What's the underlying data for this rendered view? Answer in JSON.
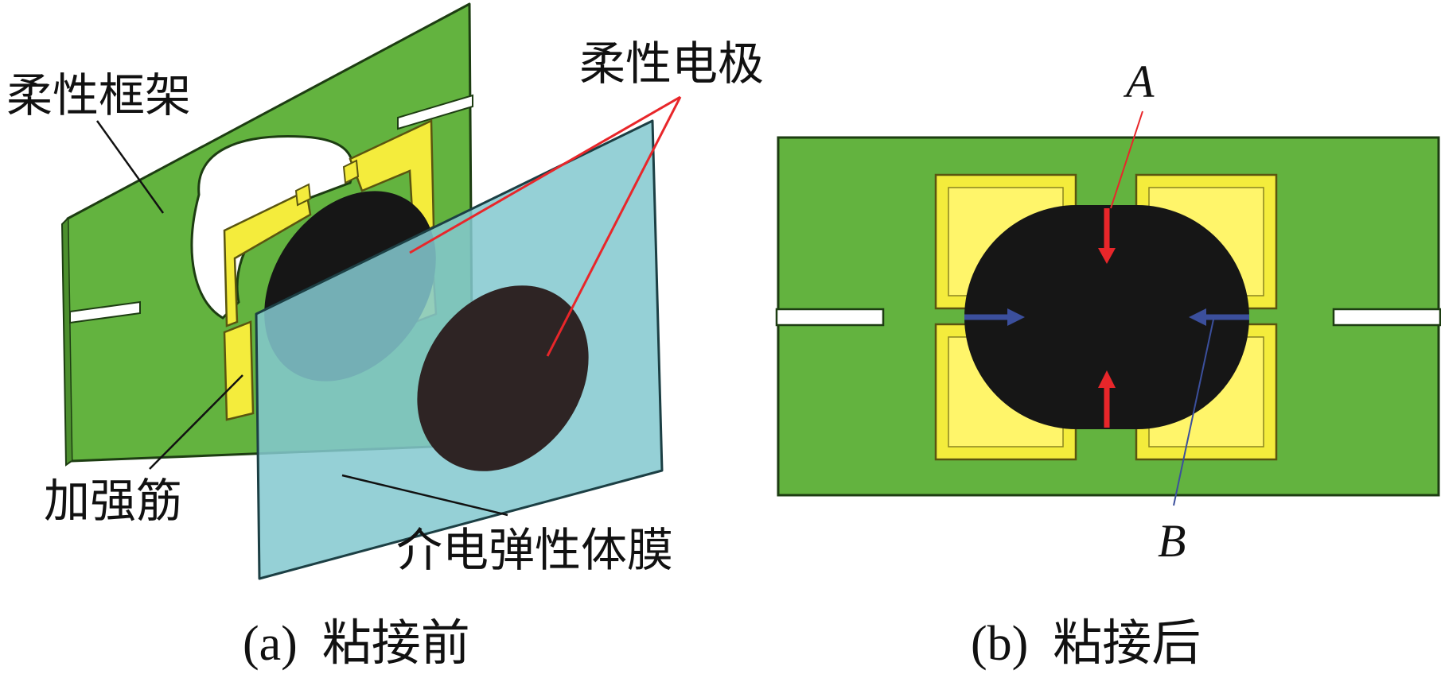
{
  "panel_a": {
    "labels": {
      "flexible_frame": "柔性框架",
      "flexible_electrode": "柔性电极",
      "stiffener": "加强筋",
      "dielectric_film": "介电弹性体膜"
    },
    "caption": "(a)  粘接前"
  },
  "panel_b": {
    "labels": {
      "point_a": "A",
      "point_b": "B"
    },
    "caption": "(b)  粘接后"
  },
  "colors": {
    "frame_green": "#63b33f",
    "stiffener_yellow": "#f4ec3c",
    "film_cyan": "#83c8cf",
    "electrode_black": "#161616",
    "leader_red": "#e8262a",
    "arrow_blue": "#3b4f9c"
  }
}
